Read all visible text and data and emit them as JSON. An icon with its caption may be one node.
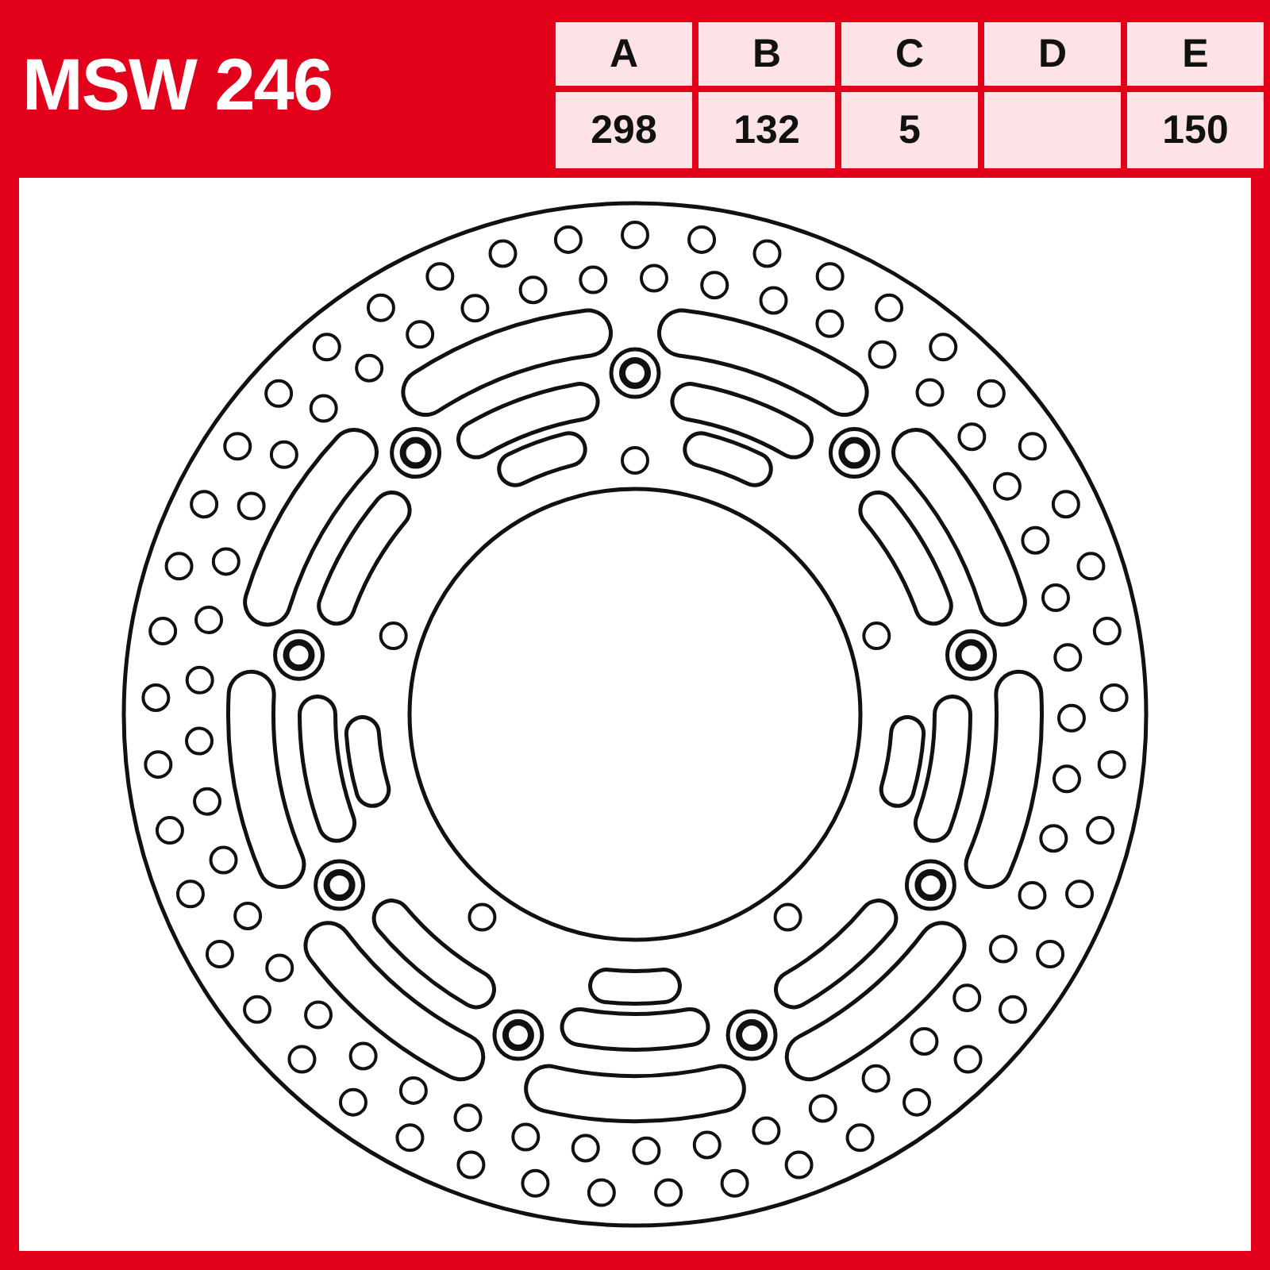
{
  "diagram": {
    "title": "MSW 246",
    "labels": [
      "A",
      "B",
      "C",
      "D",
      "E",
      "298",
      "132",
      "5",
      "150"
    ]
  }
}
